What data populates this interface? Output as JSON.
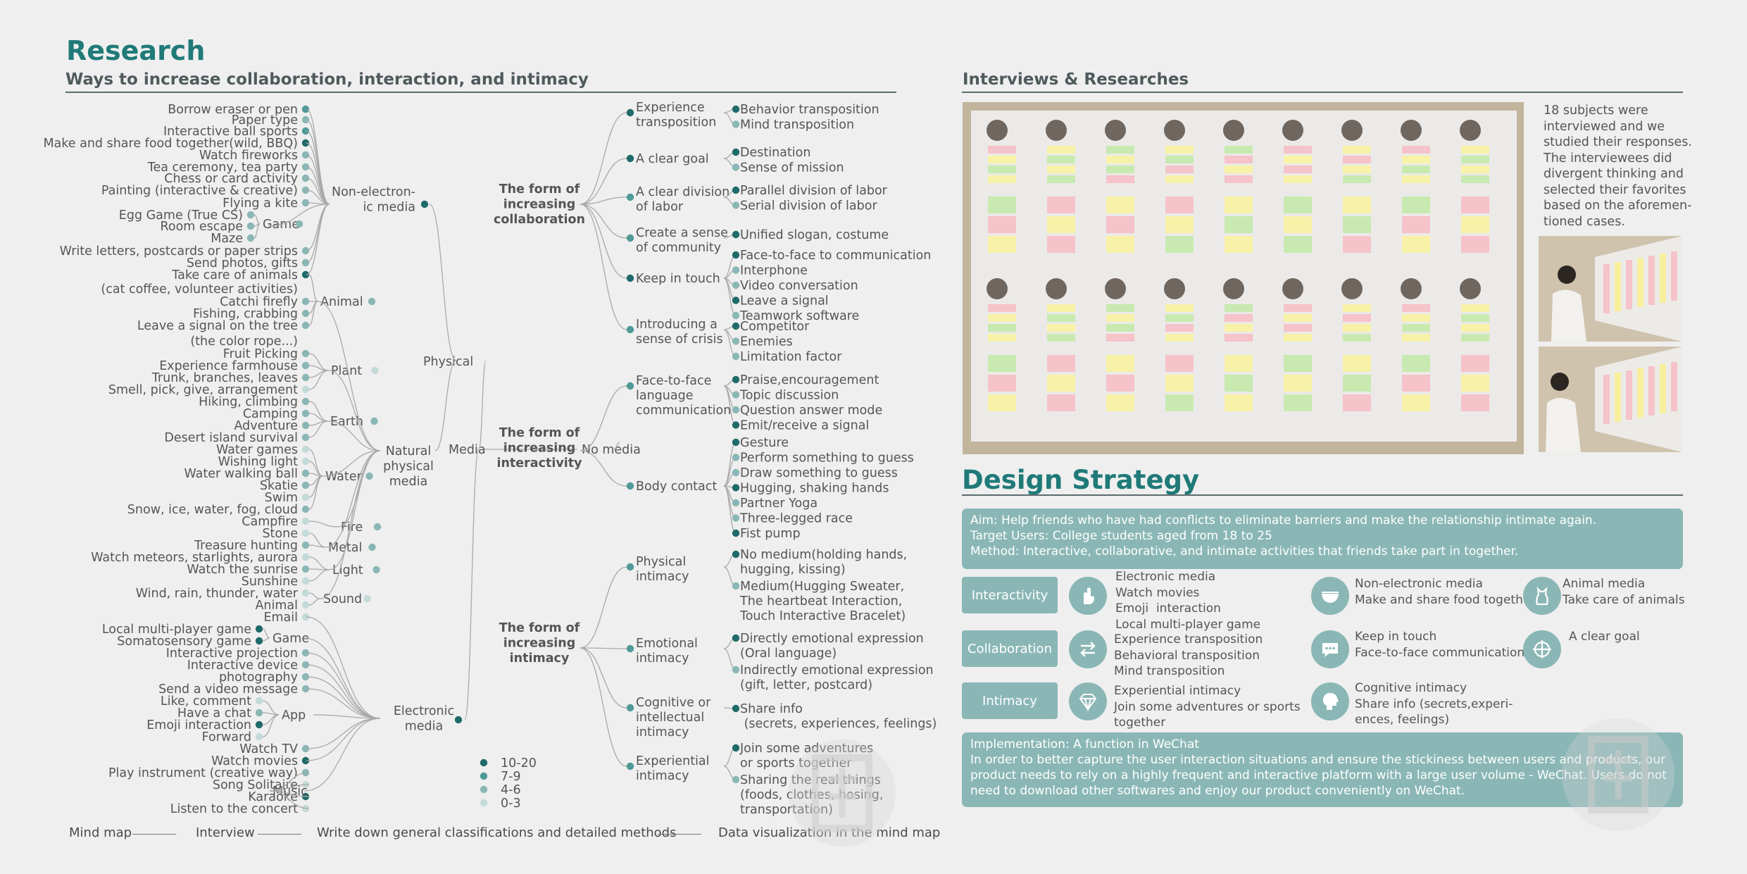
{
  "left": {
    "title": "Research",
    "subtitle": "Ways to increase collaboration, interaction, and intimacy"
  },
  "mindmap": {
    "center": "Media",
    "branches": {
      "physical": "Physical",
      "natural": "Natural\nphysical\nmedia",
      "nonelectronic": "Non-electron-\nic media",
      "electronic": "Electronic\nmedia",
      "nomedia": "No media"
    },
    "categories": {
      "game": "Game",
      "animal": "Animal",
      "plant": "Plant",
      "earth": "Earth",
      "water": "Water",
      "fire": "Fire",
      "metal": "Metal",
      "light": "Light",
      "sound": "Sound",
      "egame": "Game",
      "app": "App",
      "music": "Music"
    },
    "leaves": [
      "Borrow eraser or pen",
      "Paper type",
      "Interactive ball sports",
      "Make and share food together(wild, BBQ)",
      "Watch fireworks",
      "Tea ceremony, tea party",
      "Chess or card activity",
      "Painting (interactive & creative)",
      "Flying a kite",
      "Egg Game (True CS)",
      "Room escape",
      "Maze",
      "Write letters, postcards or paper strips",
      "Send photos, gifts",
      "Take care of animals",
      "(cat coffee, volunteer activities)",
      "Catchi firefly",
      "Fishing, crabbing",
      "Leave a signal on the tree",
      "(the color rope...)",
      "Fruit Picking",
      "Experience farmhouse",
      "Trunk, branches, leaves",
      "Smell, pick, give, arrangement",
      "Hiking, climbing",
      "Camping",
      "Adventure",
      "Desert island survival",
      "Water games",
      "Wishing light",
      "Water walking ball",
      "Skatie",
      "Swim",
      "Snow, ice, water, fog, cloud",
      "Campfire",
      "Stone",
      "Treasure hunting",
      "Watch meteors, starlights, aurora",
      "Watch the sunrise",
      "Sunshine",
      "Wind, rain, thunder, water",
      "Animal",
      "Email",
      "Local multi-player game",
      "Somatosensory game",
      "Interactive projection",
      "Interactive device",
      "photography",
      "Send a video message",
      "Like, comment",
      "Have a chat",
      "Emoji interaction",
      "Forward",
      "Watch TV",
      "Watch movies",
      "Play instrument (creative way)",
      "Song Solitaire",
      "Karaoke",
      "Listen to the concert"
    ],
    "forms": {
      "collab": "The form of\nincreasing\ncollaboration",
      "interact": "The form of\nincreasing\ninteractivity",
      "intimacy": "The form of\nincreasing\nintimacy"
    },
    "collab_items": [
      {
        "label": "Experience\ntransposition",
        "subs": [
          "Behavior transposition",
          "Mind transposition"
        ]
      },
      {
        "label": "A clear goal",
        "subs": [
          "Destination",
          "Sense of mission"
        ]
      },
      {
        "label": "A clear division\nof labor",
        "subs": [
          "Parallel division of labor",
          "Serial division of labor"
        ]
      },
      {
        "label": "Create a sense\nof community",
        "subs": [
          "Unified slogan, costume"
        ]
      },
      {
        "label": "Keep in touch",
        "subs": [
          "Face-to-face to communication",
          "Interphone",
          "Video conversation",
          "Leave a signal",
          "Teamwork software"
        ]
      },
      {
        "label": "Introducing a\nsense of crisis",
        "subs": [
          "Competitor",
          "Enemies",
          "Limitation factor"
        ]
      }
    ],
    "interact_items": [
      {
        "label": "Face-to-face\nlanguage\ncommunication",
        "subs": [
          "Praise,encouragement",
          "Topic discussion",
          "Question answer mode",
          "Emit/receive a signal"
        ]
      },
      {
        "label": "Body contact",
        "subs": [
          "Gesture",
          "Perform something to guess",
          "Draw something to guess",
          "Hugging, shaking hands",
          "Partner Yoga",
          "Three-legged race",
          "Fist pump"
        ]
      }
    ],
    "intimacy_items": [
      {
        "label": "Physical\nintimacy",
        "subs": [
          "No medium(holding  hands,\nhugging, kissing)",
          "Medium(Hugging Sweater,\nThe heartbeat Interaction,\nTouch Interactive Bracelet)"
        ]
      },
      {
        "label": "Emotional\nintimacy",
        "subs": [
          "Directly emotional expression\n(Oral language)",
          "Indirectly emotional expression\n(gift, letter, postcard)"
        ]
      },
      {
        "label": "Cognitive or\nintellectual\nintimacy",
        "subs": [
          "Share info\n (secrets, experiences, feelings)"
        ]
      },
      {
        "label": "Experiential\nintimacy",
        "subs": [
          "Join some adventures\nor sports together",
          "Sharing the real things\n(foods, clothes, hosing,\ntransportation)"
        ]
      }
    ],
    "legend": [
      "10-20",
      "7-9",
      "4-6",
      "0-3"
    ],
    "legend_colors": [
      "#1f6b69",
      "#4f9a97",
      "#8ab7b5",
      "#c3dad9"
    ]
  },
  "process": [
    "Mind map",
    "Interview",
    "Write down general classifications and detailed methods",
    "Data visualization in the mind map"
  ],
  "interviews": {
    "title": "Interviews & Researches",
    "text": "18 subjects were\ninterviewed and we\nstudied their responses.\nThe interviewees did\ndivergent thinking and\nselected their favorites\nbased on the aforemen-\ntioned cases."
  },
  "strategy": {
    "title": "Design Strategy",
    "aim": "Aim: Help friends who have had conflicts to eliminate barriers and make the relationship intimate again.",
    "target": "Target Users: College students aged from 18 to 25",
    "method": "Method: Interactive, collaborative, and intimate activities that friends take part in together.",
    "rows": [
      {
        "label": "Interactivity",
        "items": [
          {
            "icon": "hand-icon",
            "text": "Electronic media\nWatch movies\nEmoji  interaction\nLocal multi-player game"
          },
          {
            "icon": "bowl-icon",
            "text": "Non-electronic media\nMake and share food together"
          },
          {
            "icon": "cat-icon",
            "text": "Animal media\nTake care of animals"
          }
        ]
      },
      {
        "label": "Collaboration",
        "items": [
          {
            "icon": "swap-icon",
            "text": "Experience transposition\nBehavioral transposition\nMind transposition"
          },
          {
            "icon": "chat-icon",
            "text": "Keep in touch\nFace-to-face communication"
          },
          {
            "icon": "target-icon",
            "text": "A clear goal"
          }
        ]
      },
      {
        "label": "Intimacy",
        "items": [
          {
            "icon": "diamond-icon",
            "text": "Experiential intimacy\nJoin some adventures or sports\ntogether"
          },
          {
            "icon": "head-icon",
            "text": "Cognitive intimacy\nShare info (secrets,experi-\nences, feelings)"
          }
        ]
      }
    ],
    "impl_title": "Implementation: A function in WeChat",
    "impl_text": "In order to better capture the user interaction situations and ensure the stickiness between users and products, our product needs to rely on a highly frequent and interactive platform with a large user volume - WeChat. Users do not need to download other softwares and enjoy our product conveniently on WeChat."
  }
}
